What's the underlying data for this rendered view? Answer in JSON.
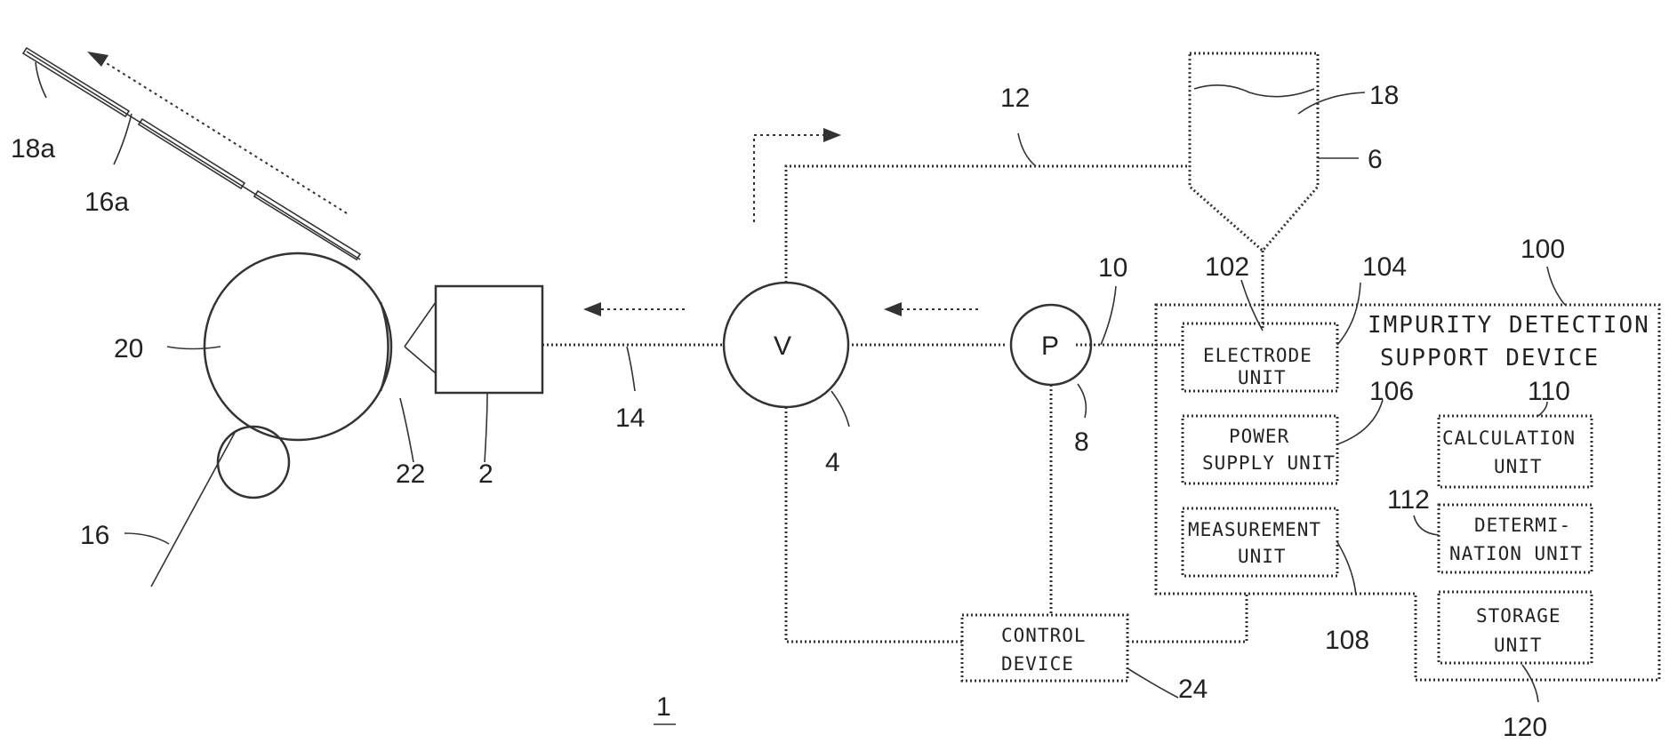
{
  "figure_number": "1",
  "components": {
    "v_symbol": "V",
    "p_symbol": "P"
  },
  "support_device": {
    "title_line1": "IMPURITY DETECTION",
    "title_line2": "SUPPORT DEVICE",
    "electrode_unit": [
      "ELECTRODE",
      "UNIT"
    ],
    "power_supply_unit": [
      "POWER",
      "SUPPLY UNIT"
    ],
    "measurement_unit": [
      "MEASUREMENT",
      "UNIT"
    ],
    "calculation_unit": [
      "CALCULATION",
      "UNIT"
    ],
    "determination_unit": [
      "DETERMI-",
      "NATION UNIT"
    ],
    "storage_unit": [
      "STORAGE",
      "UNIT"
    ]
  },
  "control_device": [
    "CONTROL",
    "DEVICE"
  ],
  "reference_numerals": {
    "n18a": "18a",
    "n16a": "16a",
    "n20": "20",
    "n16": "16",
    "n22": "22",
    "n2": "2",
    "n14": "14",
    "n4": "4",
    "n12": "12",
    "n18": "18",
    "n6": "6",
    "n10": "10",
    "n8": "8",
    "n102": "102",
    "n104": "104",
    "n100": "100",
    "n106": "106",
    "n110": "110",
    "n112": "112",
    "n108": "108",
    "n24": "24",
    "n120": "120"
  }
}
